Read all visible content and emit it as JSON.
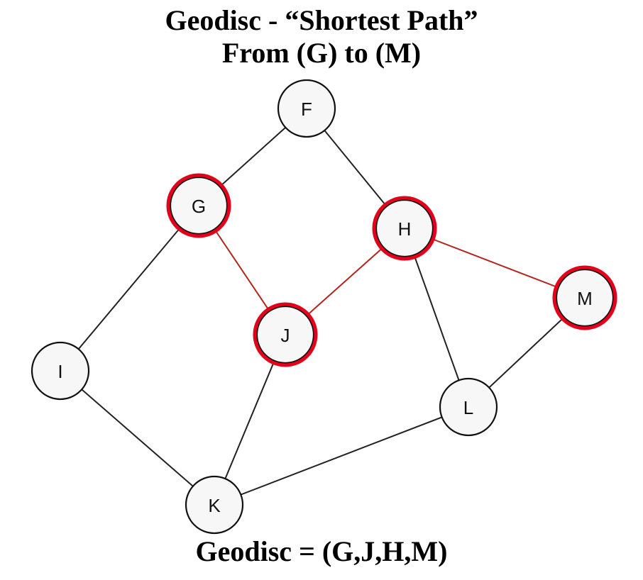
{
  "title_line1": "Geodisc - “Shortest Path”",
  "title_line2": "From (G) to (M)",
  "caption": "Geodisc = (G,J,H,M)",
  "nodes": [
    {
      "id": "F",
      "label": "F",
      "highlighted": false
    },
    {
      "id": "G",
      "label": "G",
      "highlighted": true
    },
    {
      "id": "H",
      "label": "H",
      "highlighted": true
    },
    {
      "id": "M",
      "label": "M",
      "highlighted": true
    },
    {
      "id": "J",
      "label": "J",
      "highlighted": true
    },
    {
      "id": "I",
      "label": "I",
      "highlighted": false
    },
    {
      "id": "L",
      "label": "L",
      "highlighted": false
    },
    {
      "id": "K",
      "label": "K",
      "highlighted": false
    }
  ],
  "edges": [
    {
      "from": "F",
      "to": "G",
      "on_path": false
    },
    {
      "from": "F",
      "to": "H",
      "on_path": false
    },
    {
      "from": "G",
      "to": "J",
      "on_path": true
    },
    {
      "from": "G",
      "to": "I",
      "on_path": false
    },
    {
      "from": "H",
      "to": "J",
      "on_path": true
    },
    {
      "from": "H",
      "to": "M",
      "on_path": true
    },
    {
      "from": "H",
      "to": "L",
      "on_path": false
    },
    {
      "from": "M",
      "to": "L",
      "on_path": false
    },
    {
      "from": "J",
      "to": "K",
      "on_path": false
    },
    {
      "from": "I",
      "to": "K",
      "on_path": false
    },
    {
      "from": "L",
      "to": "K",
      "on_path": false
    }
  ],
  "colors": {
    "highlight": "#e3001b",
    "path_edge": "#b3261e",
    "edge": "#222222",
    "node_fill": "#f7f7f7"
  }
}
